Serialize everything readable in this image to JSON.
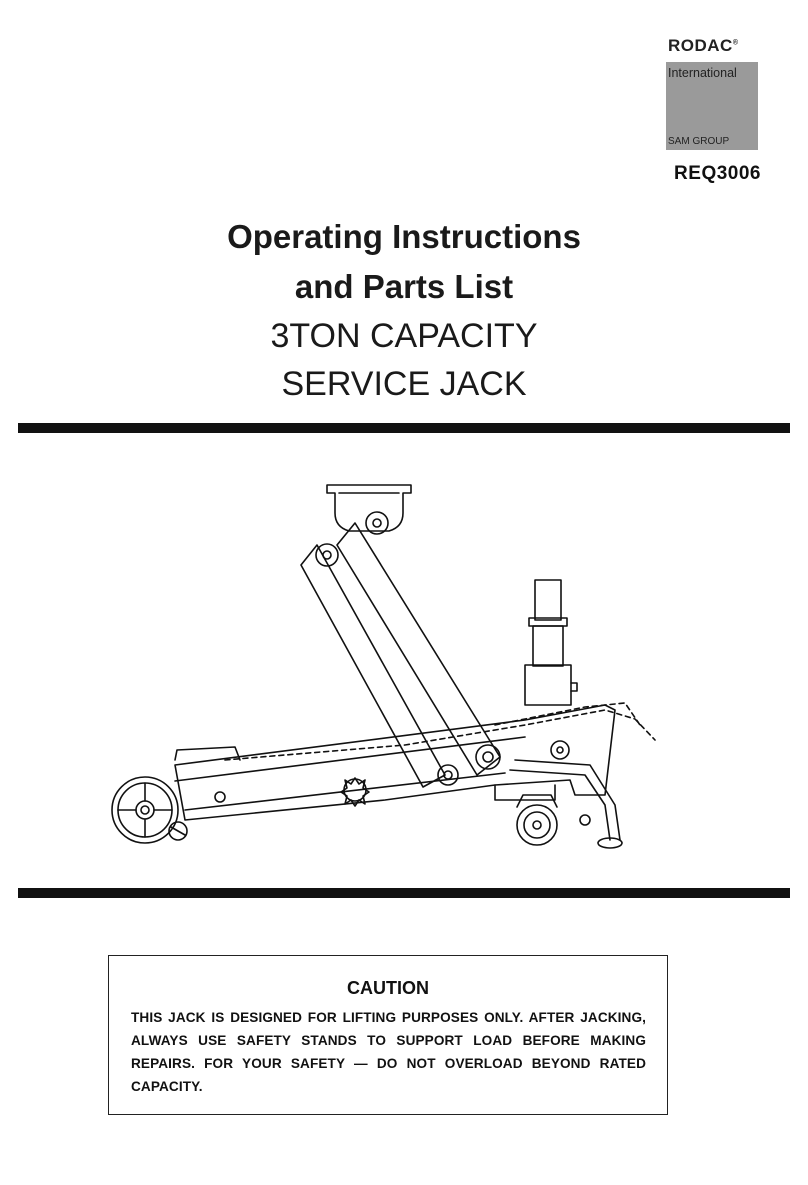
{
  "logo": {
    "brand": "RODAC",
    "mark": "®",
    "international": "International",
    "group": "SAM GROUP"
  },
  "model": "REQ3006",
  "title": {
    "line1": "Operating Instructions",
    "line2": "and Parts List",
    "line3": "3TON CAPACITY",
    "line4": "SERVICE JACK"
  },
  "illustration": {
    "icon": "service-jack-line-drawing"
  },
  "caution": {
    "heading": "CAUTION",
    "text": "THIS JACK IS DESIGNED FOR LIFTING PURPOSES ONLY. AFTER JACKING, ALWAYS USE SAFETY STANDS TO SUPPORT LOAD BEFORE MAKING REPAIRS. FOR YOUR SAFETY — DO NOT OVERLOAD BEYOND RATED CAPACITY."
  },
  "colors": {
    "logo_box": "#9a9a9a",
    "rule": "#111111",
    "text": "#111111"
  }
}
